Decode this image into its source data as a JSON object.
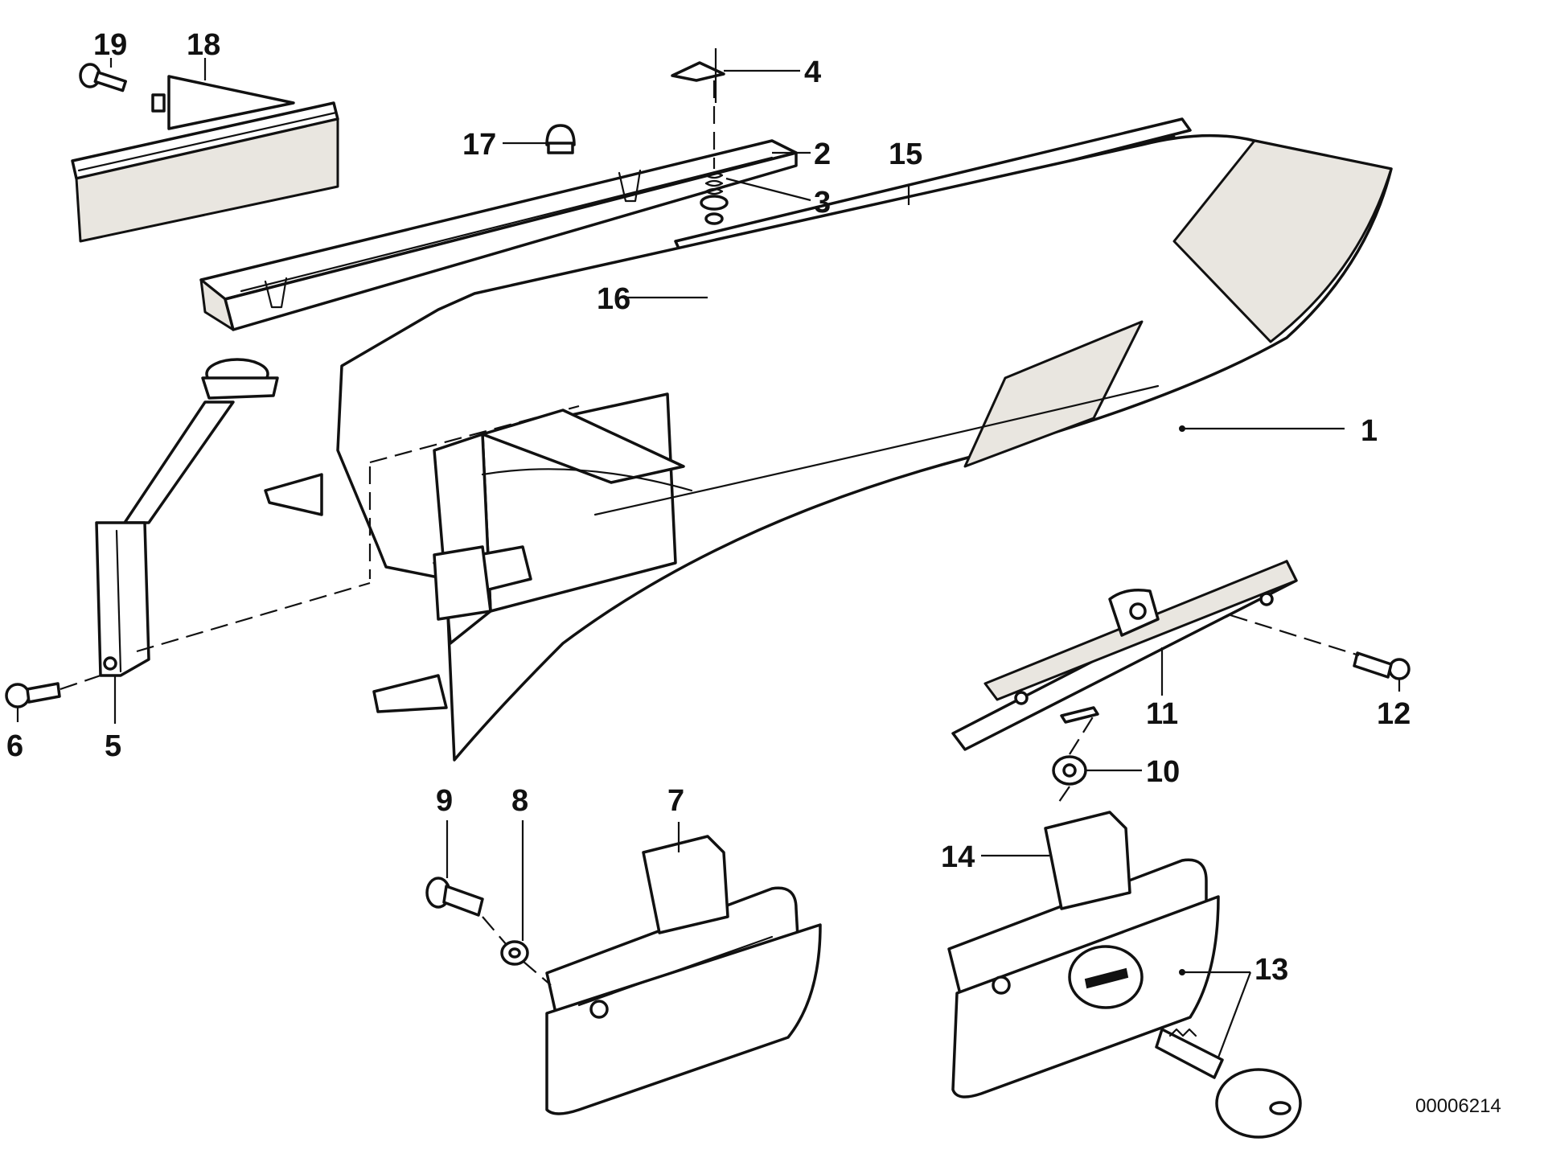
{
  "diagram": {
    "reference_number": "00006214",
    "callouts": [
      {
        "id": "1",
        "label": "1"
      },
      {
        "id": "2",
        "label": "2"
      },
      {
        "id": "3",
        "label": "3"
      },
      {
        "id": "4",
        "label": "4"
      },
      {
        "id": "5",
        "label": "5"
      },
      {
        "id": "6",
        "label": "6"
      },
      {
        "id": "7",
        "label": "7"
      },
      {
        "id": "8",
        "label": "8"
      },
      {
        "id": "9",
        "label": "9"
      },
      {
        "id": "10",
        "label": "10"
      },
      {
        "id": "11",
        "label": "11"
      },
      {
        "id": "12",
        "label": "12"
      },
      {
        "id": "13",
        "label": "13"
      },
      {
        "id": "14",
        "label": "14"
      },
      {
        "id": "15",
        "label": "15"
      },
      {
        "id": "16",
        "label": "16"
      },
      {
        "id": "17",
        "label": "17"
      },
      {
        "id": "18",
        "label": "18"
      },
      {
        "id": "19",
        "label": "19"
      }
    ]
  }
}
